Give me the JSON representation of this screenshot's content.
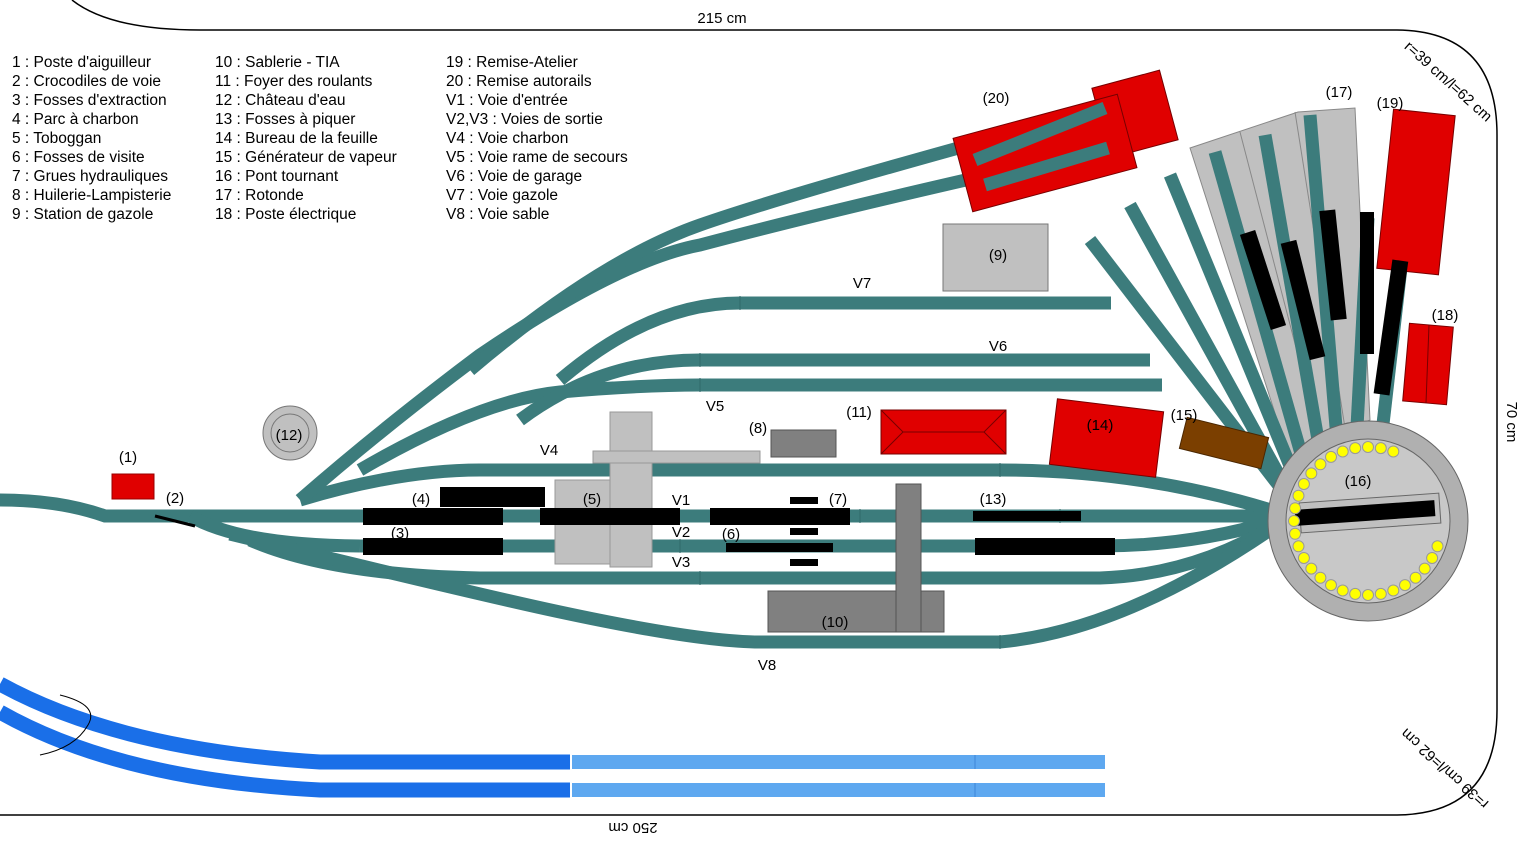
{
  "dimensions": {
    "top": "215 cm",
    "bottom": "250 cm",
    "right": "70 cm",
    "curve_top": "r=39 cm/l=62 cm",
    "curve_bottom": "r=39 cm/l=62 cm"
  },
  "legend": [
    [
      "1 : Poste d'aiguilleur",
      "2 : Crocodiles de voie",
      "3 : Fosses d'extraction",
      "4 : Parc à charbon",
      "5 : Toboggan",
      "6 : Fosses de visite",
      "7 : Grues hydrauliques",
      "8 : Huilerie-Lampisterie",
      "9 : Station de gazole"
    ],
    [
      "10 : Sablerie - TIA",
      "11 : Foyer des roulants",
      "12 : Château d'eau",
      "13 : Fosses à piquer",
      "14 : Bureau de la feuille",
      "15 : Générateur de vapeur",
      "16 : Pont tournant",
      "17 : Rotonde",
      "18 : Poste électrique"
    ],
    [
      "19 : Remise-Atelier",
      "20 : Remise autorails",
      "V1 : Voie d'entrée",
      "V2,V3 : Voies de sortie",
      "V4 : Voie charbon",
      "V5 : Voie rame de secours",
      "V6 : Voie de garage",
      "V7 : Voie gazole",
      "V8 : Voie sable"
    ]
  ],
  "markers": [
    "(1)",
    "(2)",
    "(3)",
    "(4)",
    "(5)",
    "(6)",
    "(7)",
    "(8)",
    "(9)",
    "(10)",
    "(11)",
    "(12)",
    "(13)",
    "(14)",
    "(15)",
    "(16)",
    "(17)",
    "(18)",
    "(19)",
    "(20)"
  ],
  "tracks": [
    "V1",
    "V2",
    "V3",
    "V4",
    "V5",
    "V6",
    "V7",
    "V8"
  ],
  "colors": {
    "track": "#3c7c7c",
    "building_red": "#e00000",
    "building_grey": "#c0c0c0",
    "building_dark": "#808080",
    "generator": "#7b3f00",
    "main_line": "#1a6fe8",
    "main_line_light": "#5ea8f0",
    "turntable_light": "#ffff00",
    "locomotive": "#000000"
  }
}
